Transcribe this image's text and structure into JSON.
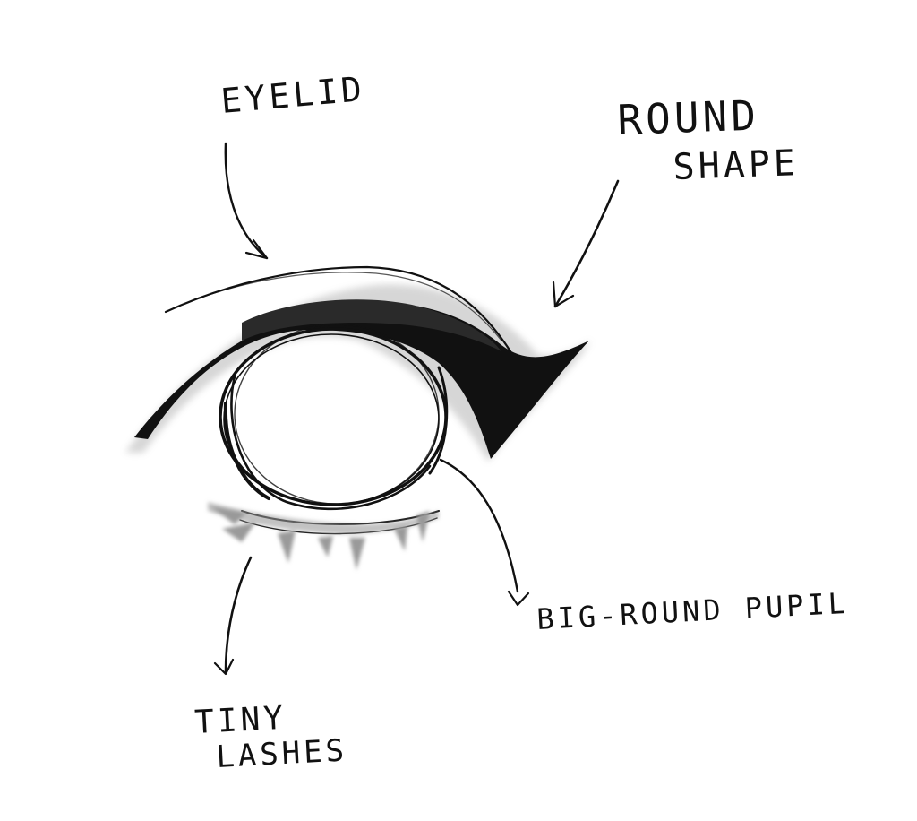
{
  "labels": {
    "eyelid": "EYELID",
    "round_shape_line1": "ROUND",
    "round_shape_line2": "SHAPE",
    "big_round_pupil": "BIG-ROUND PUPIL",
    "tiny_lashes_line1": "TINY",
    "tiny_lashes_line2": "LASHES"
  },
  "colors": {
    "ink": "#111111",
    "lash_gray": "#9a9a9a",
    "background": "#ffffff"
  }
}
